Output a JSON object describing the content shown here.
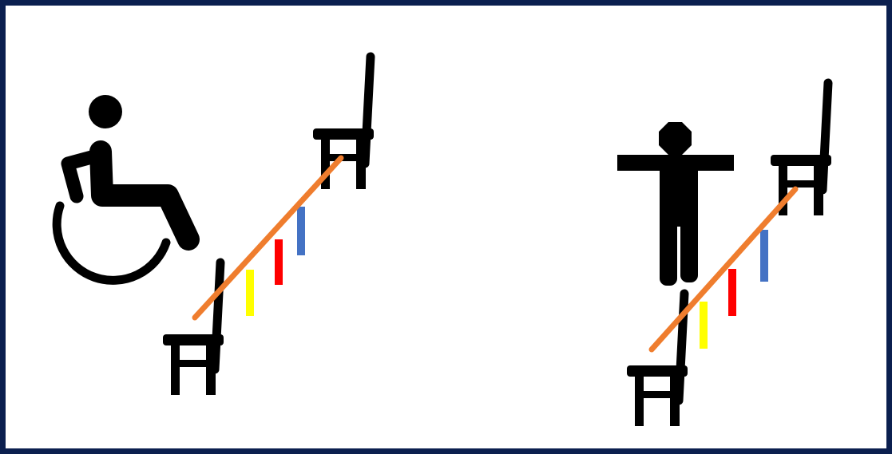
{
  "colors": {
    "frame": "#0b1f4f",
    "icon": "#000000",
    "rope": "#ef7d2e",
    "marker_yellow": "#ffff00",
    "marker_red": "#ff0000",
    "marker_blue": "#4472c4"
  },
  "scenes": [
    {
      "figure": "wheelchair-user-icon",
      "objects": [
        "chair-icon",
        "chair-icon",
        "rope",
        "yellow-marker",
        "red-marker",
        "blue-marker"
      ]
    },
    {
      "figure": "standing-person-icon",
      "objects": [
        "chair-icon",
        "chair-icon",
        "rope",
        "yellow-marker",
        "red-marker",
        "blue-marker"
      ]
    }
  ]
}
